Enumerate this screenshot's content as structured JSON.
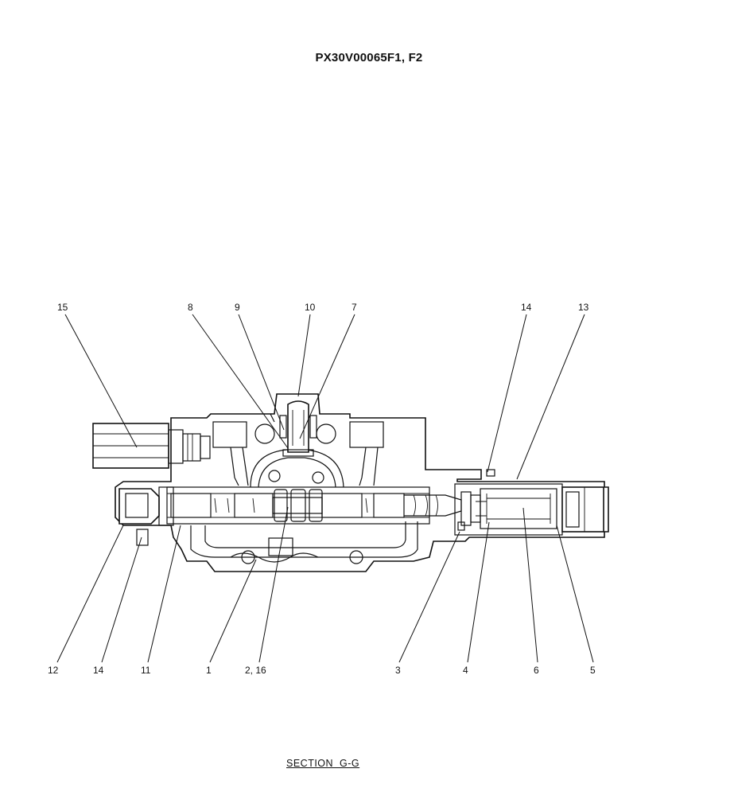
{
  "title": "PX30V00065F1, F2",
  "section_label": "SECTION  G-G",
  "callouts": {
    "c15": "15",
    "c8": "8",
    "c9": "9",
    "c10": "10",
    "c7": "7",
    "c14_top": "14",
    "c13": "13",
    "c12": "12",
    "c14_bottom": "14",
    "c11": "11",
    "c1": "1",
    "c2_16": "2, 16",
    "c3": "3",
    "c4": "4",
    "c6": "6",
    "c5": "5"
  }
}
